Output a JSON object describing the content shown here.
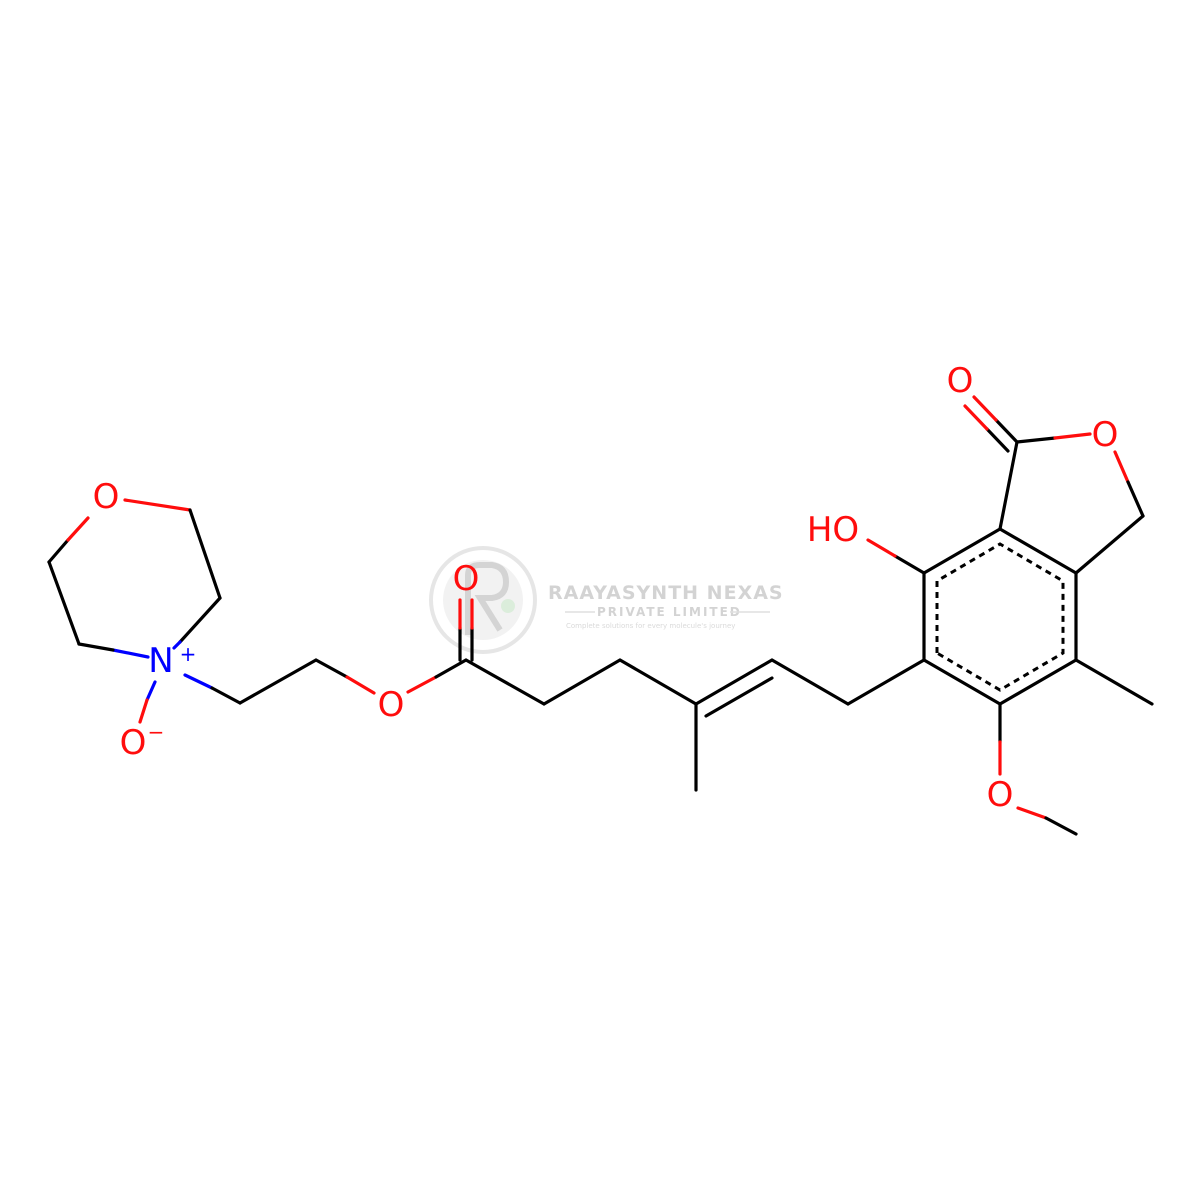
{
  "molecule": {
    "atoms": {
      "o_morpholine": "O",
      "n_morpholine": "N",
      "n_charge": "+",
      "o_noxide": "O",
      "o_noxide_charge": "−",
      "o_ester_chain": "O",
      "o_carbonyl": "O",
      "o_lactone_carbonyl": "O",
      "o_lactone_ring": "O",
      "hydroxyl": "HO",
      "o_methoxy": "O"
    }
  },
  "watermark": {
    "company": "RAAYASYNTH NEXAS",
    "subtitle": "PRIVATE LIMITED",
    "tagline": "Complete solutions for every molecule's journey"
  },
  "colors": {
    "oxygen": "#ff0d0d",
    "nitrogen": "#0000ff",
    "bond": "#000000",
    "watermark": "#cfcfcf"
  }
}
